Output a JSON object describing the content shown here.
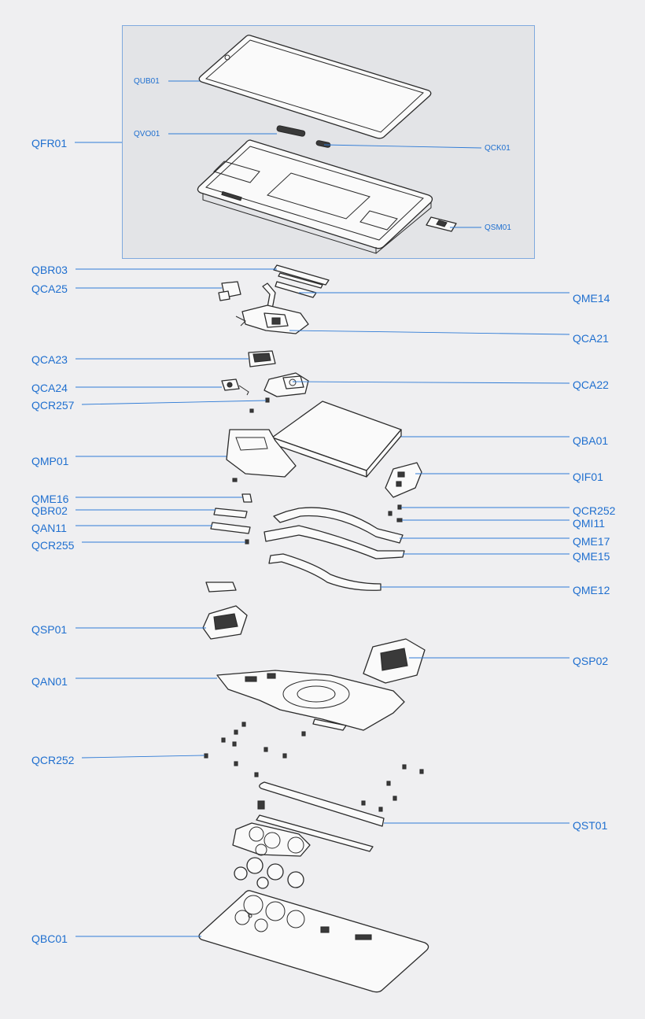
{
  "labels": {
    "QUB01": "QUB01",
    "QVO01": "QVO01",
    "QCK01": "QCK01",
    "QFR01": "QFR01",
    "QSM01": "QSM01",
    "QBR03": "QBR03",
    "QCA25": "QCA25",
    "QME14": "QME14",
    "QCA21": "QCA21",
    "QCA23": "QCA23",
    "QCA24": "QCA24",
    "QCA22": "QCA22",
    "QCR257": "QCR257",
    "QMP01": "QMP01",
    "QBA01": "QBA01",
    "QIF01": "QIF01",
    "QME16": "QME16",
    "QCR252_right": "QCR252",
    "QBR02": "QBR02",
    "QMI11": "QMI11",
    "QAN11": "QAN11",
    "QME17": "QME17",
    "QCR255": "QCR255",
    "QME15": "QME15",
    "QME12": "QME12",
    "QSP01": "QSP01",
    "QSP02": "QSP02",
    "QAN01": "QAN01",
    "QCR252_left": "QCR252",
    "QST01": "QST01",
    "QBC01": "QBC01"
  },
  "colors": {
    "background": "#efeff1",
    "frame_fill": "#e3e4e7",
    "frame_border": "#7fa9de",
    "label": "#1f6fcf",
    "leader": "#2f7bd6",
    "part_stroke": "#2b2b2b"
  }
}
